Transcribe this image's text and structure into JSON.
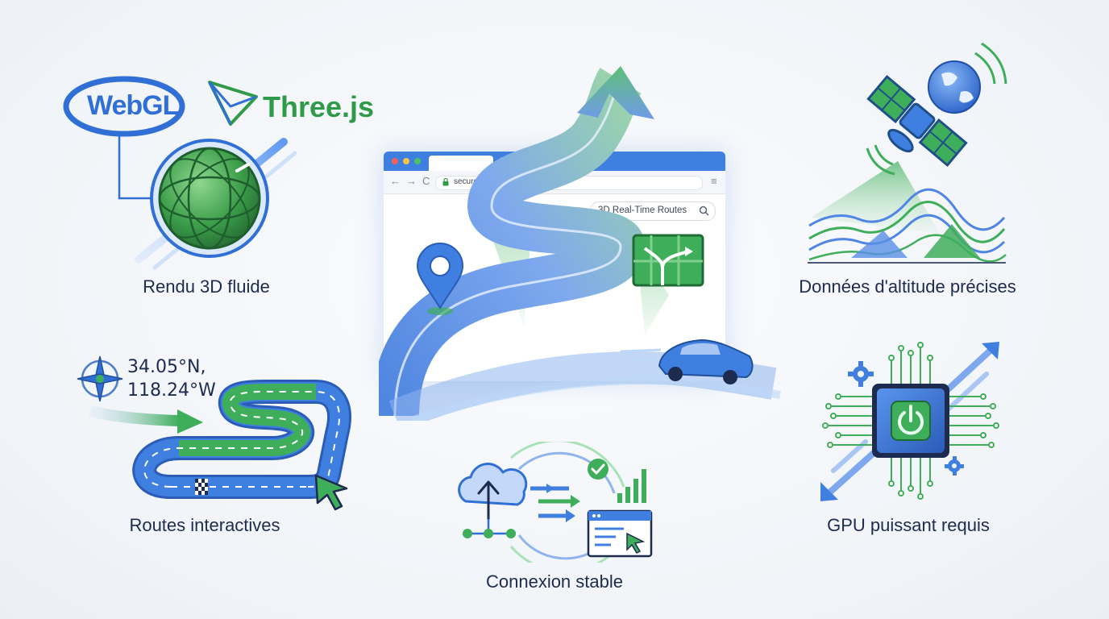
{
  "logos": {
    "webgl": "WebGL",
    "threejs": "Three.js"
  },
  "features": {
    "rendering": "Rendu 3D fluide",
    "elevation": "Données d'altitude précises",
    "routes": "Routes interactives",
    "gpu": "GPU puissant requis",
    "connection": "Connexion stable"
  },
  "coordinates": {
    "lat": "34.05°N,",
    "lon": "118.24°W"
  },
  "browser": {
    "address": "secure",
    "search": "3D Real-Time Routes",
    "close_glyph": "×",
    "new_tab_glyph": "+",
    "back_glyph": "←",
    "forward_glyph": "→",
    "reload_glyph": "C",
    "menu_glyph": "≡"
  },
  "colors": {
    "brand_blue": "#3f7fe0",
    "brand_green": "#2f9a48",
    "text_dark": "#1d2b4f",
    "route_blue": "#6f9be8"
  },
  "icons": [
    "globe-icon",
    "satellite-icon",
    "compass-icon",
    "cursor-icon",
    "cloud-upload-icon",
    "check-icon",
    "signal-bars-icon",
    "cpu-icon",
    "power-icon",
    "gear-icon",
    "map-pin-icon",
    "car-icon",
    "map-tile-icon"
  ]
}
